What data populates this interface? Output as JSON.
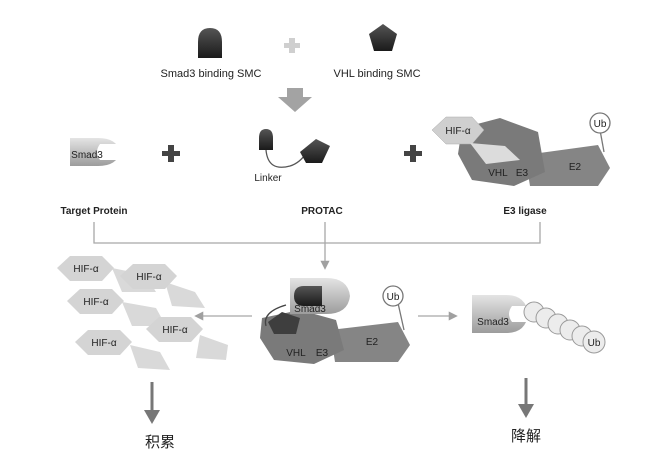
{
  "reactants": {
    "smad3_smc": "Smad3 binding SMC",
    "vhl_smc": "VHL binding SMC"
  },
  "components": {
    "smad3": "Smad3",
    "linker": "Linker",
    "hif": "HIF-α",
    "vhl": "VHL",
    "e3": "E3",
    "e2": "E2",
    "ub": "Ub"
  },
  "captions": {
    "target": "Target Protein",
    "protac": "PROTAC",
    "e3_ligase": "E3 ligase"
  },
  "outcomes": {
    "accumulate": "积累",
    "degrade": "降解"
  },
  "colors": {
    "dark": "#333333",
    "light_gray": "#d7d7d7",
    "mid_gray": "#9a9a9a",
    "dark_gray": "#6f6f6f",
    "cross": "#b3b3b3",
    "line": "#a8a8a8"
  }
}
